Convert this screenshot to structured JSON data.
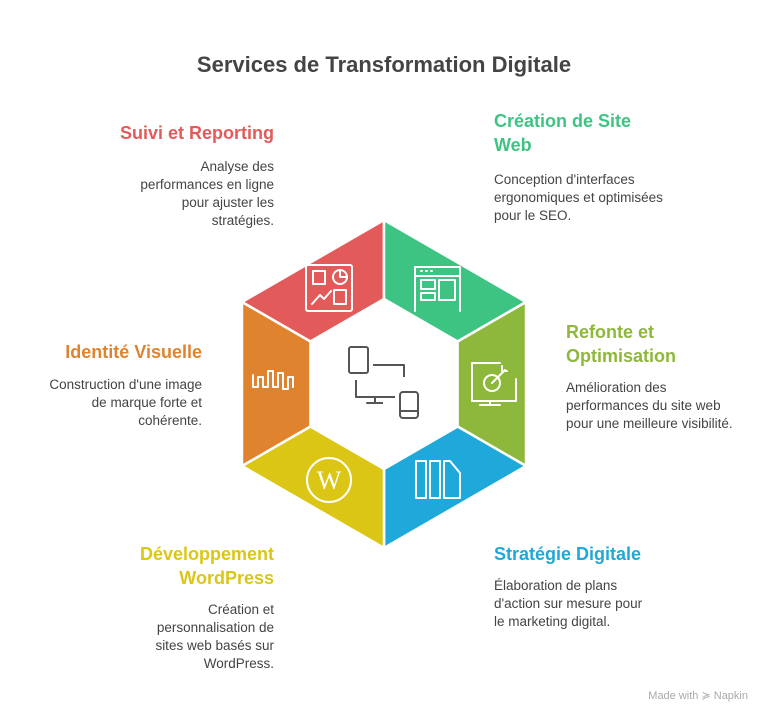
{
  "title": "Services de Transformation Digitale",
  "colors": {
    "red": "#E25A5A",
    "green": "#3EC482",
    "olive": "#8EB83C",
    "blue": "#1FA8DA",
    "yellow": "#DCC615",
    "orange": "#E0832F"
  },
  "items": [
    {
      "title": "Suivi et Reporting",
      "desc": "Analyse des performances en ligne pour ajuster les stratégies.",
      "icon": "dashboard-icon"
    },
    {
      "title": "Création de Site Web",
      "desc": "Conception d'interfaces ergonomiques et optimisées pour le SEO.",
      "icon": "website-layout-icon"
    },
    {
      "title": "Refonte et Optimisation",
      "desc": "Amélioration des performances du site web pour une meilleure visibilité.",
      "icon": "monitor-target-icon"
    },
    {
      "title": "Stratégie Digitale",
      "desc": "Élaboration de plans d'action sur mesure pour le marketing digital.",
      "icon": "strategy-blocks-icon"
    },
    {
      "title": "Développement WordPress",
      "desc": "Création et personnalisation de sites web basés sur WordPress.",
      "icon": "wordpress-icon"
    },
    {
      "title": "Identité Visuelle",
      "desc": "Construction d'une image de marque forte et cohérente.",
      "icon": "waveform-icon"
    }
  ],
  "center_icon": "devices-icon",
  "footer": "Made with ≽ Napkin"
}
